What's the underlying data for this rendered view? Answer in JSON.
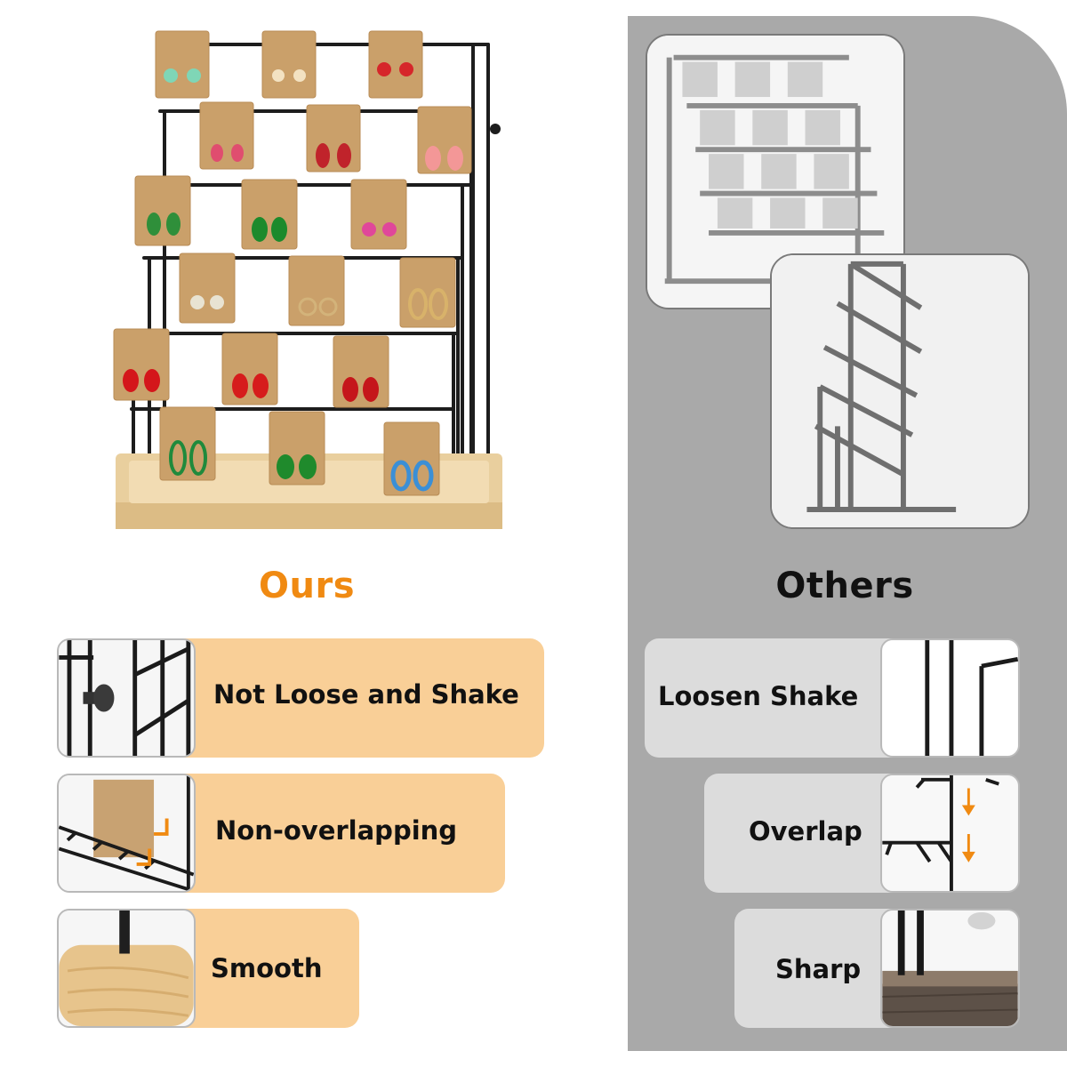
{
  "ours": {
    "title": "Ours",
    "color": "#f08a12",
    "features": [
      {
        "label": "Not Loose and Shake",
        "icon": "knob-screw-closeup"
      },
      {
        "label": "Non-overlapping",
        "icon": "staggered-hooks-closeup"
      },
      {
        "label": "Smooth",
        "icon": "rounded-wood-base-closeup"
      }
    ]
  },
  "others": {
    "title": "Others",
    "features": [
      {
        "label": "Loosen  Shake",
        "icon": "loose-rod-closeup"
      },
      {
        "label": "Overlap",
        "icon": "overlapping-hooks-closeup"
      },
      {
        "label": "Sharp",
        "icon": "sharp-wood-base-closeup"
      }
    ]
  },
  "colors": {
    "accent": "#f08a12",
    "ours_row": "#f9cf97",
    "others_row": "#dcdcdc",
    "others_panel": "#a9a9a9"
  }
}
